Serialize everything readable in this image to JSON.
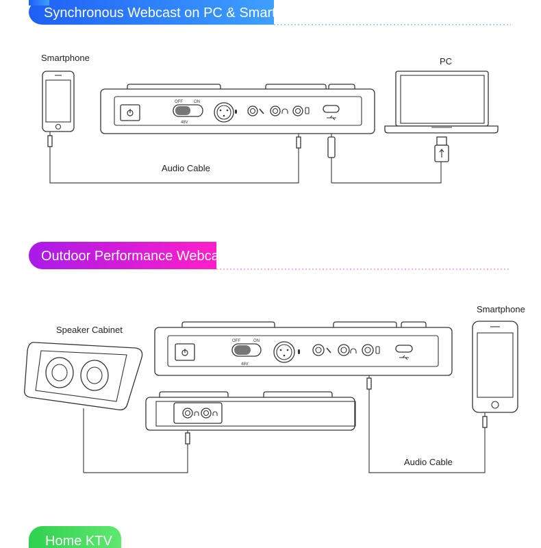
{
  "sections": [
    {
      "title": "Synchronous Webcast on PC & Smartphone",
      "color_start": "#1e60f5",
      "color_end": "#3fa0ff"
    },
    {
      "title": "Outdoor Performance Webcast",
      "color_start": "#a81be8",
      "color_end": "#ff1ec8"
    },
    {
      "title": "Home KTV",
      "color_start": "#2fd050",
      "color_end": "#5fe870"
    }
  ],
  "labels": {
    "smartphone": "Smartphone",
    "pc": "PC",
    "audio_cable": "Audio Cable",
    "speaker_cabinet": "Speaker Cabinet"
  },
  "device": {
    "switch_off": "OFF",
    "switch_on": "ON",
    "phantom": "48V"
  },
  "icons": [
    "power-icon",
    "mic-icon",
    "headphone-icon",
    "phone-icon",
    "usb-icon"
  ]
}
